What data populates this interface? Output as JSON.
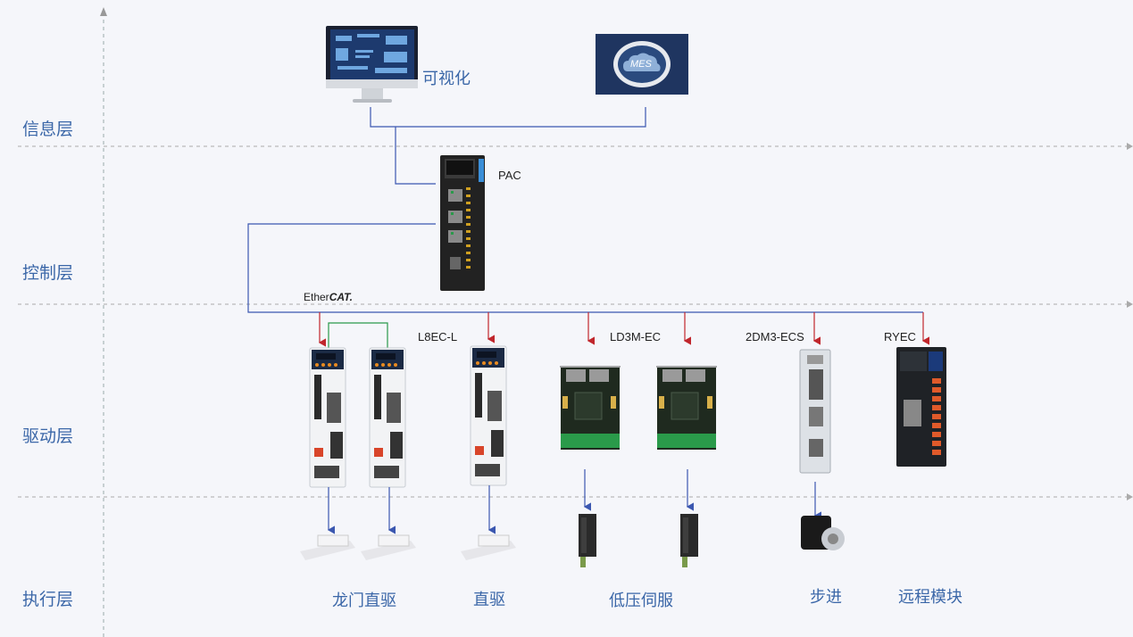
{
  "layers": {
    "info": "信息层",
    "control": "控制层",
    "drive": "驱动层",
    "exec": "执行层"
  },
  "info_layer": {
    "visual_label": "可视化",
    "mes_label": "MES"
  },
  "control_layer": {
    "pac_label": "PAC",
    "bus_prefix": "Ether",
    "bus_suffix": "CAT."
  },
  "drive_layer": {
    "l8ec_label": "L8EC-L",
    "ld3m_label": "LD3M-EC",
    "dm3_label": "2DM3-ECS",
    "ryec_label": "RYEC"
  },
  "exec_layer": {
    "gantry": "龙门直驱",
    "direct": "直驱",
    "low_voltage_servo": "低压伺服",
    "stepper": "步进",
    "remote_module": "远程模块"
  },
  "colors": {
    "layer_text": "#3b67a8",
    "bus_line": "#3b57b0",
    "arrow_red": "#c0262c",
    "gantry_link": "#2a9a4a",
    "mes_bg": "#1f3560"
  }
}
